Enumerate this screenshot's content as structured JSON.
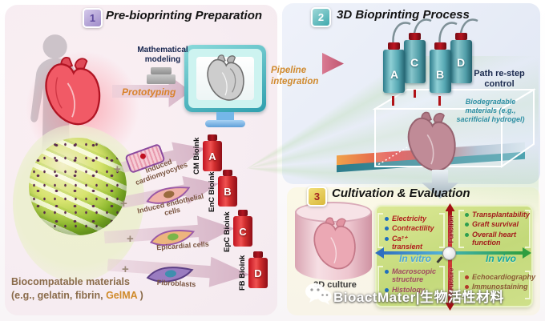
{
  "s1": {
    "badge": "1",
    "title": "Pre-bioprinting Preparation",
    "math_modeling": "Mathematical modeling",
    "prototyping": "Prototyping",
    "materials_1": "Biocompatable materials",
    "materials_2a": "(e.g., gelatin, fibrin, ",
    "materials_2b": "GelMA",
    "materials_2c": " )",
    "plus": "+",
    "rows": [
      {
        "cell": "Induced cardiomyocytes",
        "bioink": "CM Bioink",
        "letter": "A"
      },
      {
        "cell": "Induced endothelial cells",
        "bioink": "EnC Bioink",
        "letter": "B"
      },
      {
        "cell": "Epicardial cells",
        "bioink": "EpC Bioink",
        "letter": "C"
      },
      {
        "cell": "Fibroblasts",
        "bioink": "FB Bioink",
        "letter": "D"
      }
    ]
  },
  "s2": {
    "badge": "2",
    "title": "3D Bioprinting Process",
    "pipeline": "Pipeline integration",
    "path_control": "Path re-step control",
    "biodegradable": "Biodegradable materials (e.g., sacrificial hydrogel)",
    "heads": [
      "A",
      "C",
      "B",
      "D"
    ]
  },
  "s3": {
    "badge": "3",
    "title": "Cultivation & Evaluation",
    "culture": "3D culture",
    "axis": {
      "left": "In vitro",
      "right": "In vivo",
      "top": "Function",
      "bottom": "Structure"
    },
    "tl": [
      "Electricity",
      "Contractility",
      "Ca²⁺ transient"
    ],
    "tr": [
      "Transplantability",
      "Graft survival",
      "Overall heart function"
    ],
    "bl": [
      "Macroscopic structure",
      "Histology"
    ],
    "br": [
      "Echocardiography",
      "Immunostaining"
    ]
  },
  "watermark": {
    "brand": "BioactMater|生物活性材料"
  },
  "colors": {
    "bioink_red": "#c1121f",
    "printhead_teal": "#56a7b2",
    "quadrant_green": "#cfe08a",
    "in_vitro_blue": "#4aa6d8",
    "in_vivo_teal": "#12a7a0",
    "accent_orange": "#d9822b"
  }
}
